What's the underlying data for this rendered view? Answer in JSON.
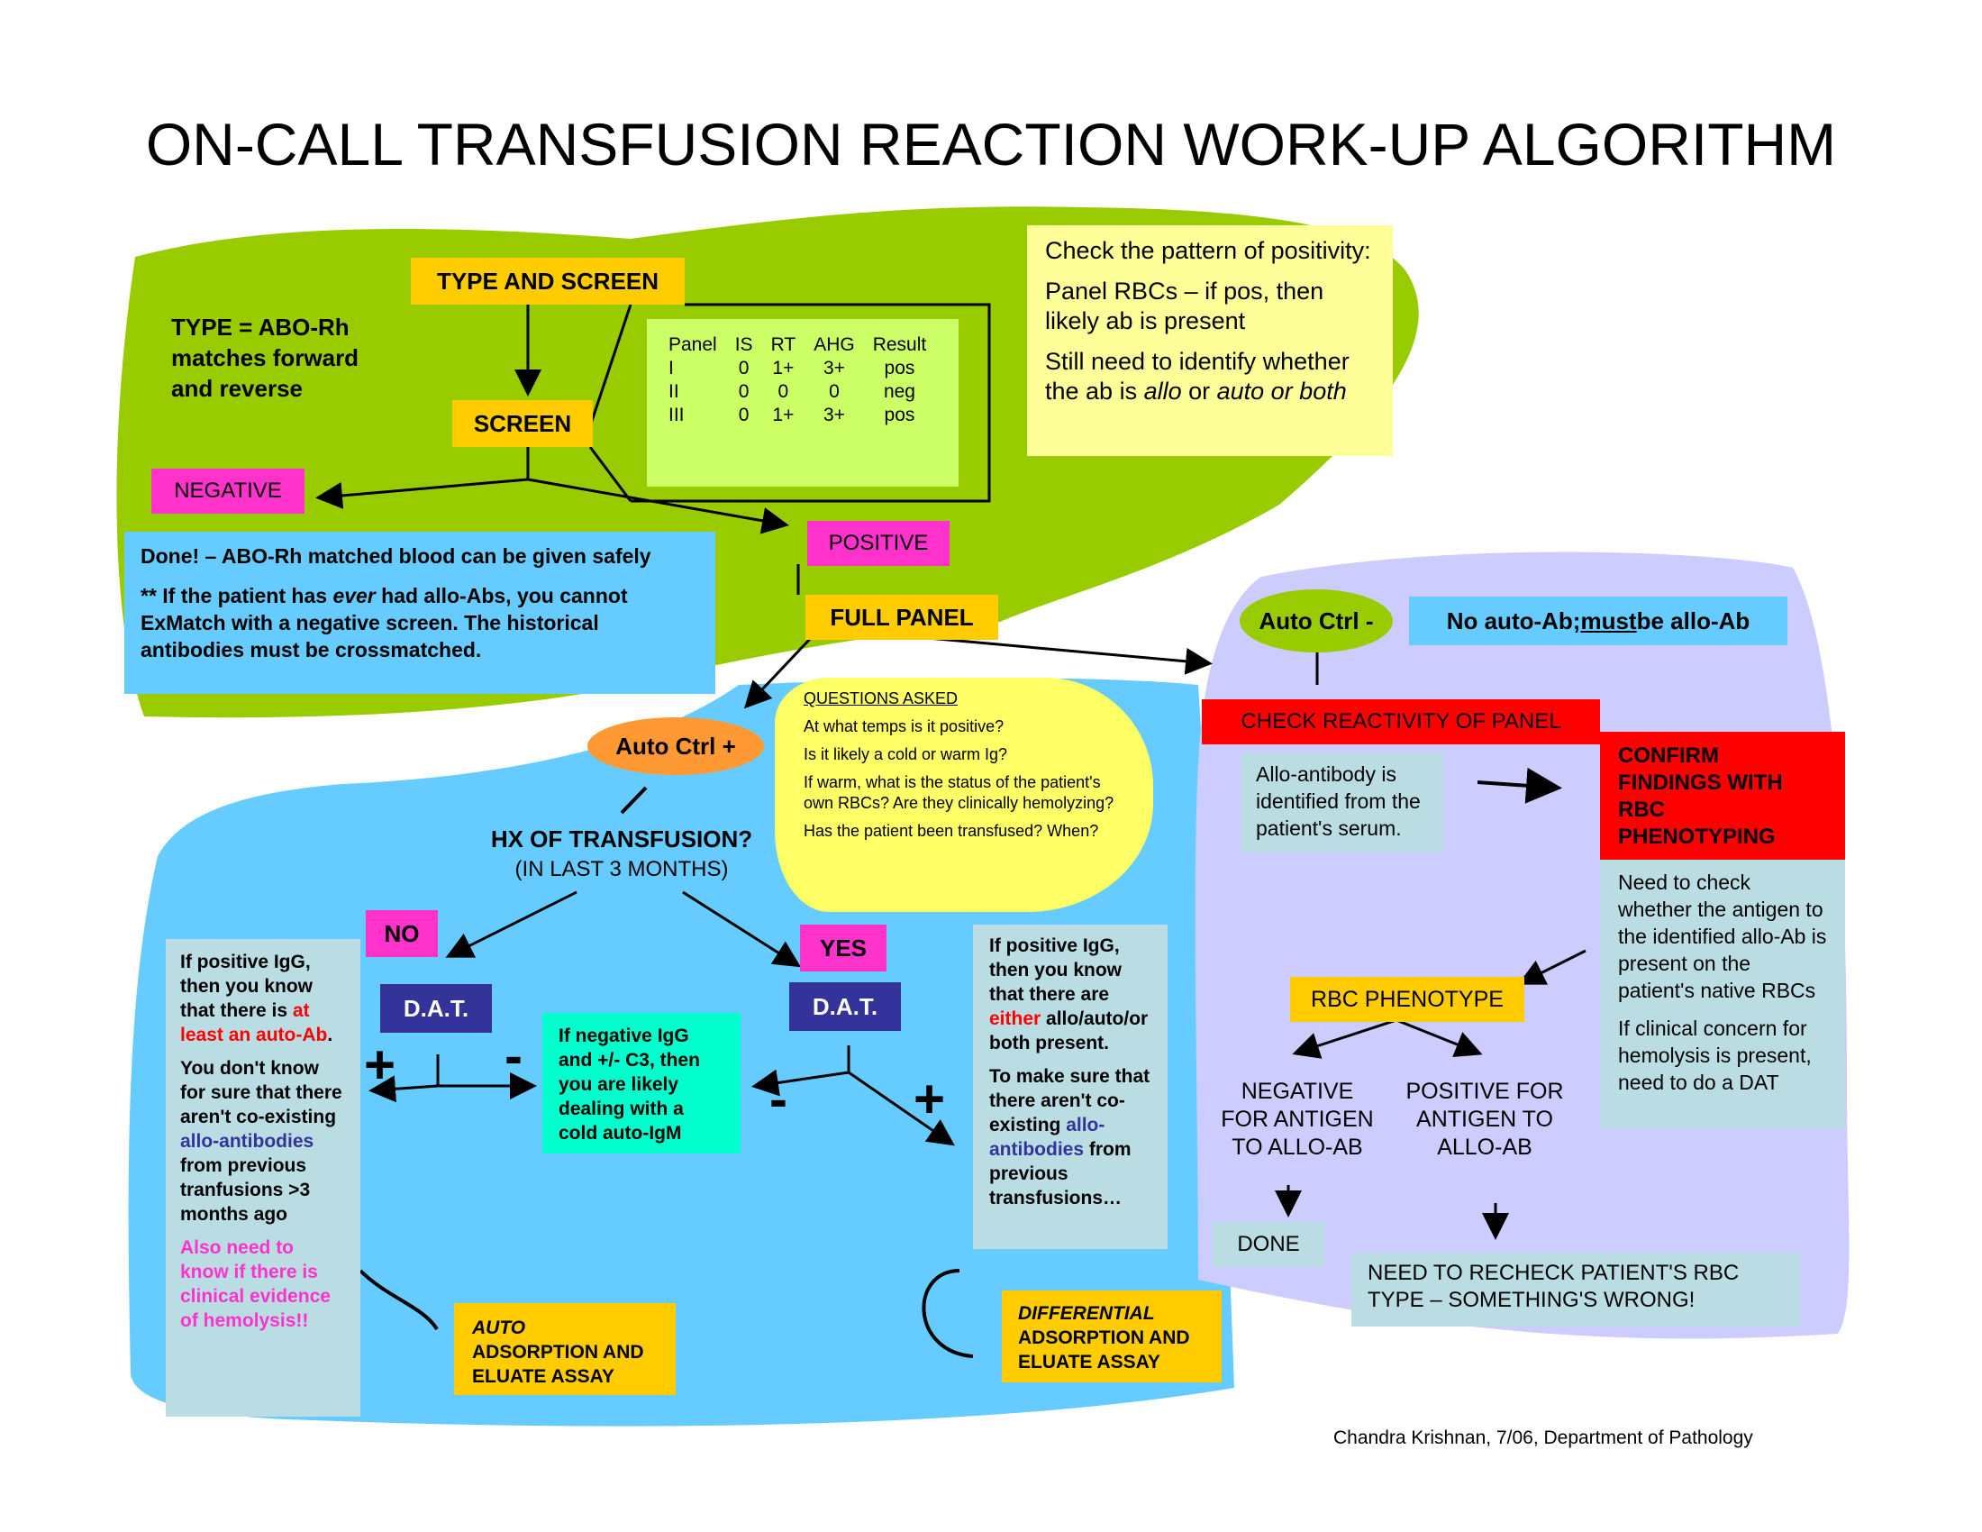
{
  "title": "ON-CALL TRANSFUSION REACTION WORK-UP ALGORITHM",
  "type_note": [
    "TYPE = ABO-Rh",
    "matches forward",
    "and reverse"
  ],
  "type_and_screen": "TYPE AND SCREEN",
  "screen": "SCREEN",
  "negative": "NEGATIVE",
  "positive": "POSITIVE",
  "full_panel": "FULL PANEL",
  "done_box": {
    "line1": "Done! – ABO-Rh matched blood can be given safely",
    "line2_pre": "** If the patient has ",
    "line2_em": "ever",
    "line2_post": " had allo-Abs, you cannot ExMatch with a negative screen.  The historical antibodies must be crossmatched."
  },
  "panel_table": {
    "headers": [
      "Panel",
      "IS",
      "RT",
      "AHG",
      "Result"
    ],
    "rows": [
      [
        "I",
        "0",
        "1+",
        "3+",
        "pos"
      ],
      [
        "II",
        "0",
        "0",
        "0",
        "neg"
      ],
      [
        "III",
        "0",
        "1+",
        "3+",
        "pos"
      ]
    ]
  },
  "pattern_box": {
    "p1": "Check the pattern of positivity:",
    "p2": "Panel RBCs – if pos, then likely ab is present",
    "p3_pre": "Still need to identify whether the ab is ",
    "p3_em1": "allo",
    "p3_mid": " or ",
    "p3_em2": "auto or both"
  },
  "auto_ctrl_pos": "Auto Ctrl +",
  "auto_ctrl_neg": "Auto Ctrl -",
  "no_auto_ab": {
    "pre": "No auto-Ab; ",
    "em": "must",
    "post": " be allo-Ab"
  },
  "questions": {
    "heading": "QUESTIONS ASKED",
    "items": [
      "At what temps is it positive?",
      "Is it likely a cold or warm Ig?",
      "If warm, what is the status of the patient's own RBCs?  Are they clinically hemolyzing?",
      "Has the patient been transfused? When?"
    ]
  },
  "hx": {
    "line1": "HX OF TRANSFUSION?",
    "line2": "(IN LAST 3 MONTHS)"
  },
  "no": "NO",
  "yes": "YES",
  "dat": "D.A.T.",
  "left_box": {
    "p1a": "If positive IgG, then you know that there is ",
    "p1b": "at least an auto-Ab",
    "p1c": ".",
    "p2a": "You don't know for sure that there aren't co-existing ",
    "p2b": "allo-antibodies",
    "p2c": " from previous tranfusions >3 months ago",
    "p3": "Also need to know if there is clinical evidence of hemolysis!!"
  },
  "neg_igg_box": "If negative IgG and +/- C3, then you are likely dealing with a cold auto-IgM",
  "right_mid_box": {
    "p1a": "If positive IgG, then you know that there are ",
    "p1b": "either",
    "p1c": " allo/auto/or both present.",
    "p2a": "To make sure that there aren't co-existing ",
    "p2b": "allo-antibodies",
    "p2c": " from previous transfusions…"
  },
  "auto_adsorption": {
    "em": "AUTO",
    "rest": "ADSORPTION AND ELUATE ASSAY"
  },
  "diff_adsorption": {
    "em": "DIFFERENTIAL",
    "rest": "ADSORPTION AND ELUATE ASSAY"
  },
  "check_reactivity": "CHECK REACTIVITY OF PANEL",
  "allo_identified": "Allo-antibody is identified from the patient's serum.",
  "confirm": "CONFIRM FINDINGS WITH RBC PHENOTYPING",
  "need_check": {
    "p1": "Need to check whether the antigen to the identified allo-Ab is present on the patient's native RBCs",
    "p2": "If clinical concern for hemolysis is present, need to do a DAT"
  },
  "rbc_phenotype": "RBC PHENOTYPE",
  "neg_antigen": "NEGATIVE FOR ANTIGEN TO ALLO-AB",
  "pos_antigen": "POSITIVE FOR ANTIGEN TO ALLO-AB",
  "done": "DONE",
  "recheck": "NEED TO RECHECK PATIENT'S RBC TYPE – SOMETHING'S WRONG!",
  "signs": {
    "plus": "+",
    "minus": "-"
  },
  "credit": "Chandra Krishnan, 7/06, Department of Pathology",
  "colors": {
    "green": "#99cc00",
    "blue": "#66ccff",
    "lavender": "#ccccff",
    "yellow": "#ffcc00",
    "magenta": "#ff33cc",
    "navy": "#333399",
    "red": "#ff0000"
  }
}
